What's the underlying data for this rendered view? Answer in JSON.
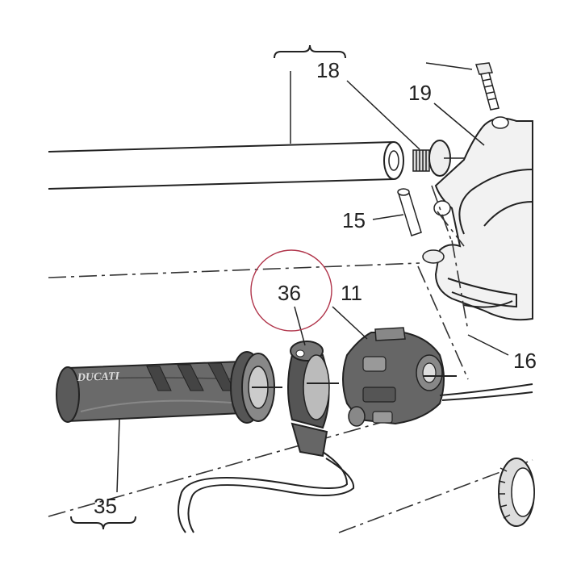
{
  "diagram": {
    "callouts": {
      "c18": "18",
      "c19": "19",
      "c15": "15",
      "c36": "36",
      "c11": "11",
      "c16": "16",
      "c35": "35"
    },
    "grip_logo": "DUCATI",
    "highlight_color": "#b0344a",
    "ink_color": "#222222",
    "grip_color": "#6a6a6a"
  }
}
